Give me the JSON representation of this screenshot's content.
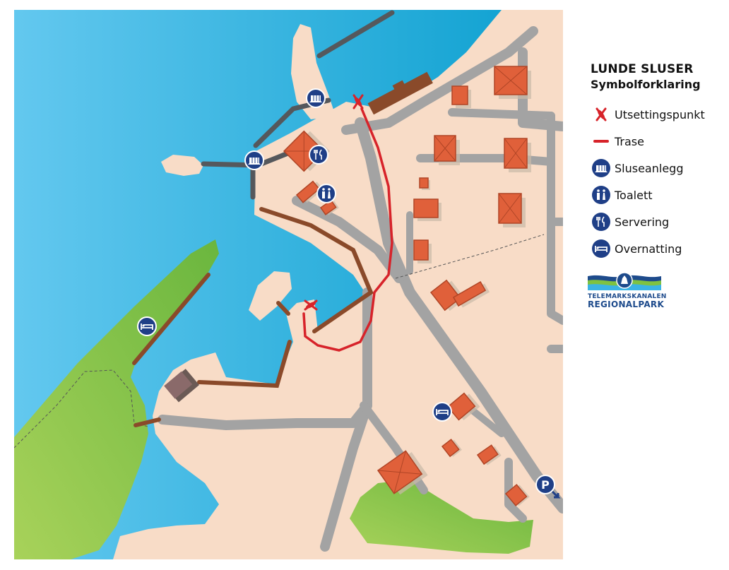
{
  "legend": {
    "title": "LUNDE SLUSER",
    "subtitle": "Symbolforklaring",
    "items": [
      {
        "label": "Utsettingspunkt",
        "icon": "kayak-launch-icon"
      },
      {
        "label": "Trase",
        "icon": "route-line-icon"
      },
      {
        "label": "Sluseanlegg",
        "icon": "lock-icon"
      },
      {
        "label": "Toalett",
        "icon": "toilet-icon"
      },
      {
        "label": "Servering",
        "icon": "cutlery-icon"
      },
      {
        "label": "Overnatting",
        "icon": "bed-icon"
      }
    ]
  },
  "logo": {
    "line1": "TELEMARKSKANALEN",
    "line2": "REGIONALPARK"
  },
  "map": {
    "parking_label": "P"
  },
  "colors": {
    "water": "#3bb4e5",
    "land": "#f8dcc7",
    "road": "#a3a3a3",
    "building": "#e0603a",
    "pier": "#8a4a2a",
    "grass": "#7fc241",
    "route": "#d7232a",
    "icon_bg": "#1f3f87"
  }
}
